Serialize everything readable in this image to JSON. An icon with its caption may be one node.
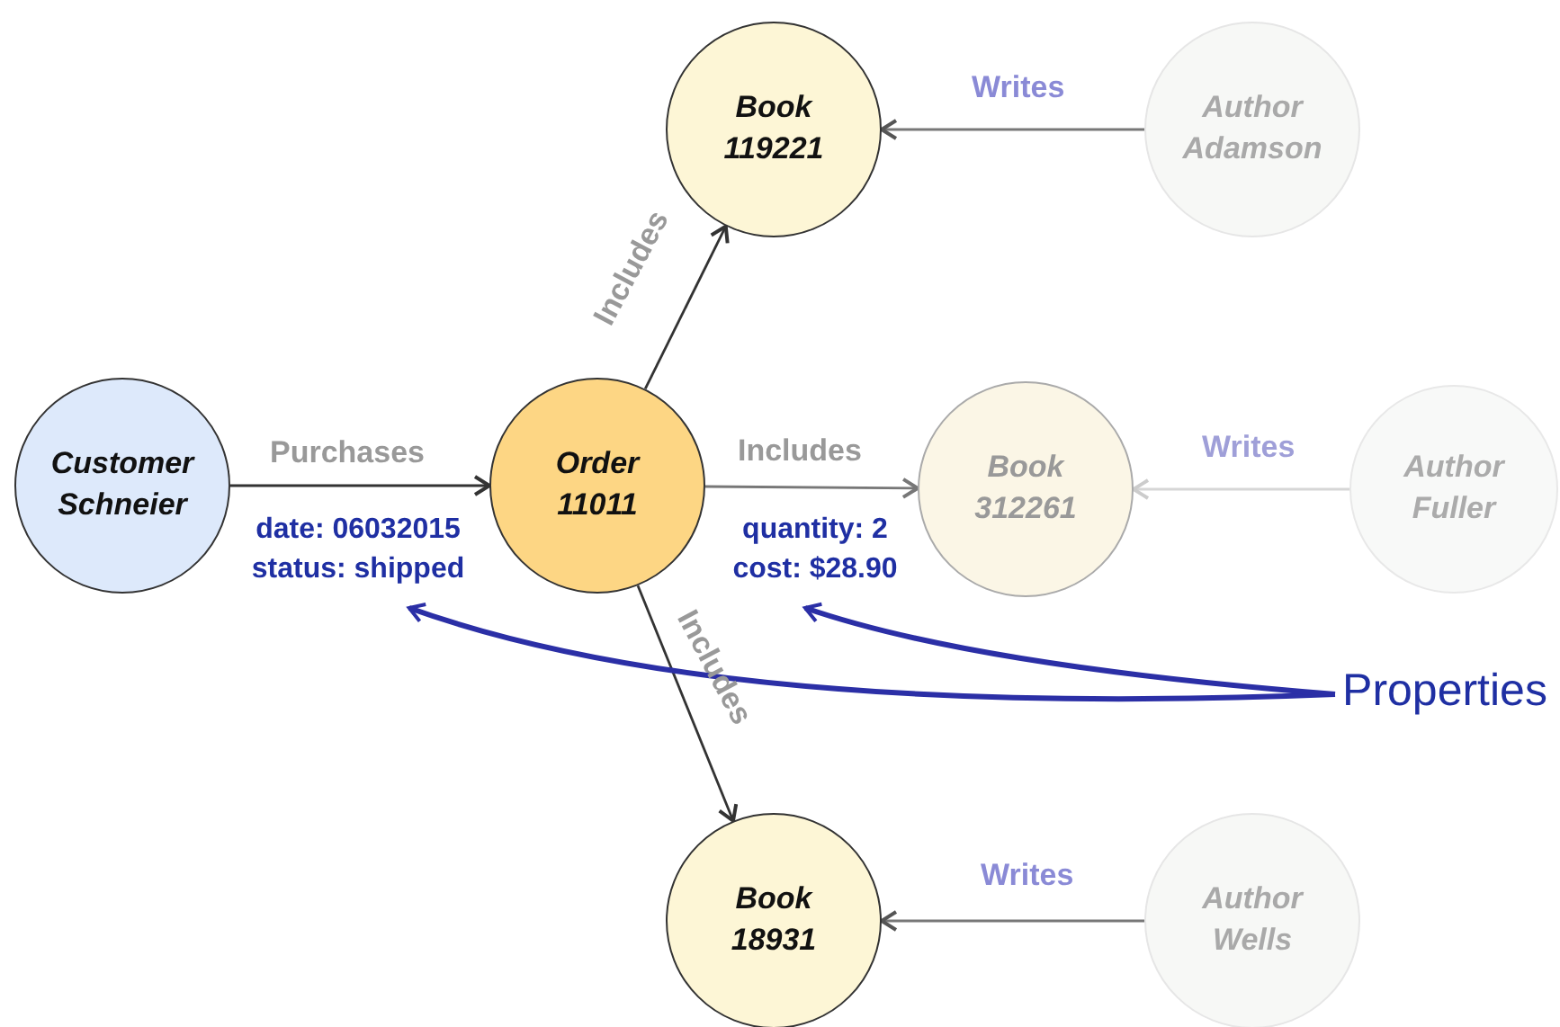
{
  "diagram": {
    "nodes": [
      {
        "text": [
          "Customer Schneier"
        ]
      },
      {
        "text": [
          "Order 11011"
        ]
      },
      {
        "text": [
          "Book 119221"
        ]
      },
      {
        "text": [
          "Author Adamson"
        ]
      },
      {
        "text": [
          "Book 312261"
        ]
      },
      {
        "text": [
          "Author Fuller"
        ]
      },
      {
        "text": [
          "Book 18931"
        ]
      },
      {
        "text": [
          "Author Wells"
        ]
      },
      {
        "text": [
          "Properties"
        ]
      },
      {
        "text": [
          "date: 06032015",
          "status: shipped"
        ]
      },
      {
        "text": [
          "quantity: 2",
          "cost: $28.90"
        ]
      }
    ],
    "edges": [
      {
        "from": 0,
        "to": 1,
        "arrow": "to",
        "label": "Purchases"
      },
      {
        "from": 1,
        "to": 2,
        "arrow": "to",
        "label": "Includes"
      },
      {
        "from": 1,
        "to": 4,
        "arrow": "to",
        "label": "Includes"
      },
      {
        "from": 1,
        "to": 6,
        "arrow": "to",
        "label": "Includes"
      },
      {
        "from": 3,
        "to": 2,
        "arrow": "to",
        "label": "Writes"
      },
      {
        "from": 5,
        "to": 4,
        "arrow": "to",
        "label": "Writes",
        "color": "#cccccc"
      },
      {
        "from": 7,
        "to": 6,
        "arrow": "to",
        "label": "Writes"
      },
      {
        "from": 8,
        "to": 9,
        "arrow": "to",
        "style": "thick",
        "color": "#2b2fa6"
      },
      {
        "from": 8,
        "to": 10,
        "arrow": "to",
        "style": "thick",
        "color": "#2b2fa6"
      }
    ]
  }
}
